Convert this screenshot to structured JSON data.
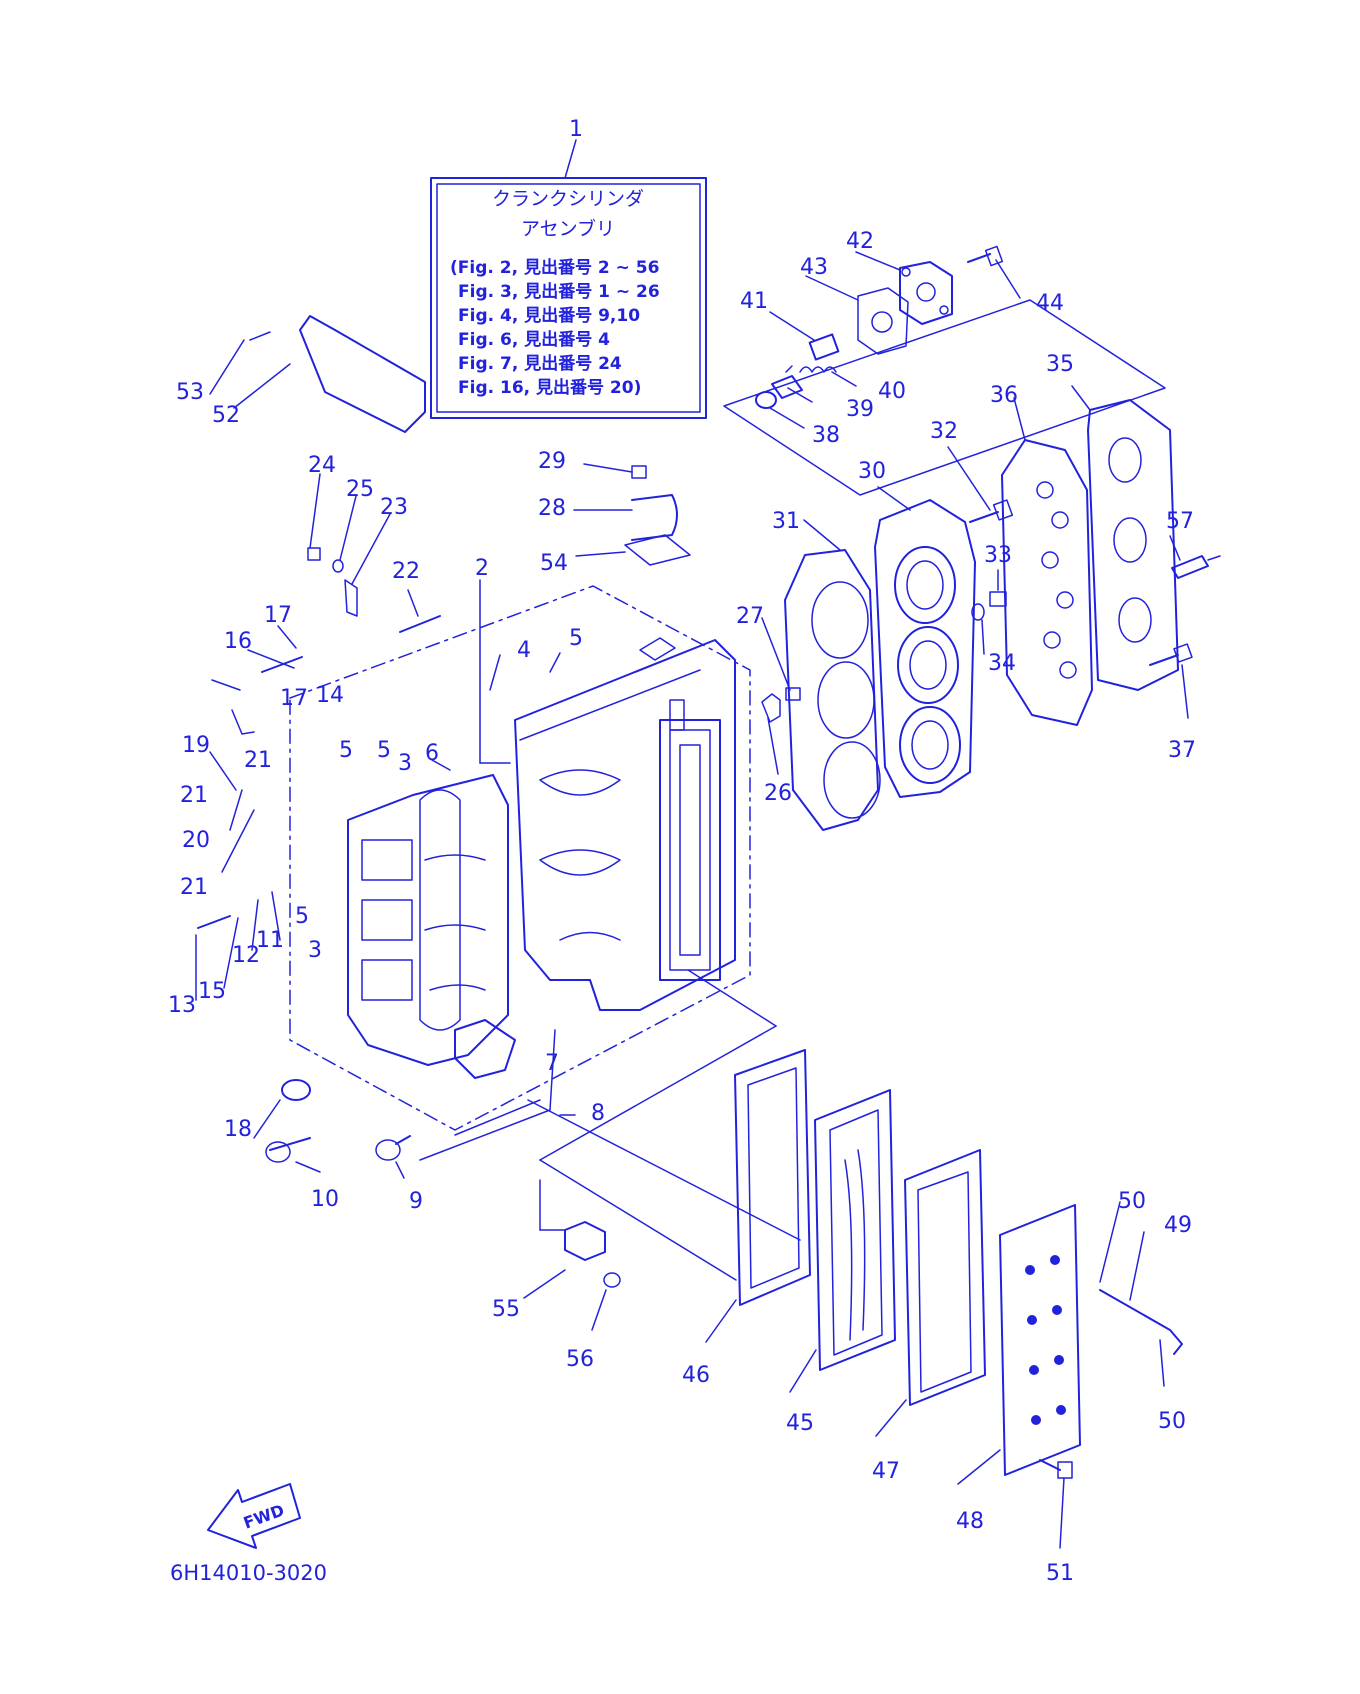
{
  "diagram": {
    "code": "6H14010-3020",
    "forward_label": "FWD",
    "note_box": {
      "callout": "1",
      "title_lines": [
        "クランクシリンダ",
        "アセンブリ"
      ],
      "references": [
        "(Fig. 2, 見出番号 2 ~ 56",
        "Fig. 3, 見出番号 1 ~ 26",
        "Fig. 4, 見出番号 9,10",
        "Fig. 6, 見出番号 4",
        "Fig. 7, 見出番号 24",
        "Fig. 16, 見出番号 20)"
      ]
    },
    "callouts": [
      {
        "id": "c2",
        "label": "2"
      },
      {
        "id": "c3a",
        "label": "3"
      },
      {
        "id": "c3b",
        "label": "3"
      },
      {
        "id": "c4",
        "label": "4"
      },
      {
        "id": "c5a",
        "label": "5"
      },
      {
        "id": "c5b",
        "label": "5"
      },
      {
        "id": "c5c",
        "label": "5"
      },
      {
        "id": "c5d",
        "label": "5"
      },
      {
        "id": "c6",
        "label": "6"
      },
      {
        "id": "c7",
        "label": "7"
      },
      {
        "id": "c8",
        "label": "8"
      },
      {
        "id": "c9",
        "label": "9"
      },
      {
        "id": "c10",
        "label": "10"
      },
      {
        "id": "c11",
        "label": "11"
      },
      {
        "id": "c12",
        "label": "12"
      },
      {
        "id": "c13",
        "label": "13"
      },
      {
        "id": "c14",
        "label": "14"
      },
      {
        "id": "c15",
        "label": "15"
      },
      {
        "id": "c16",
        "label": "16"
      },
      {
        "id": "c17a",
        "label": "17"
      },
      {
        "id": "c17b",
        "label": "17"
      },
      {
        "id": "c18",
        "label": "18"
      },
      {
        "id": "c19",
        "label": "19"
      },
      {
        "id": "c20",
        "label": "20"
      },
      {
        "id": "c21a",
        "label": "21"
      },
      {
        "id": "c21b",
        "label": "21"
      },
      {
        "id": "c21c",
        "label": "21"
      },
      {
        "id": "c22",
        "label": "22"
      },
      {
        "id": "c23",
        "label": "23"
      },
      {
        "id": "c24",
        "label": "24"
      },
      {
        "id": "c25",
        "label": "25"
      },
      {
        "id": "c26",
        "label": "26"
      },
      {
        "id": "c27",
        "label": "27"
      },
      {
        "id": "c28",
        "label": "28"
      },
      {
        "id": "c29",
        "label": "29"
      },
      {
        "id": "c30",
        "label": "30"
      },
      {
        "id": "c31",
        "label": "31"
      },
      {
        "id": "c32",
        "label": "32"
      },
      {
        "id": "c33",
        "label": "33"
      },
      {
        "id": "c34",
        "label": "34"
      },
      {
        "id": "c35",
        "label": "35"
      },
      {
        "id": "c36",
        "label": "36"
      },
      {
        "id": "c37",
        "label": "37"
      },
      {
        "id": "c38",
        "label": "38"
      },
      {
        "id": "c39",
        "label": "39"
      },
      {
        "id": "c40",
        "label": "40"
      },
      {
        "id": "c41",
        "label": "41"
      },
      {
        "id": "c42",
        "label": "42"
      },
      {
        "id": "c43",
        "label": "43"
      },
      {
        "id": "c44",
        "label": "44"
      },
      {
        "id": "c45",
        "label": "45"
      },
      {
        "id": "c46",
        "label": "46"
      },
      {
        "id": "c47",
        "label": "47"
      },
      {
        "id": "c48",
        "label": "48"
      },
      {
        "id": "c49",
        "label": "49"
      },
      {
        "id": "c50a",
        "label": "50"
      },
      {
        "id": "c50b",
        "label": "50"
      },
      {
        "id": "c51",
        "label": "51"
      },
      {
        "id": "c52",
        "label": "52"
      },
      {
        "id": "c53",
        "label": "53"
      },
      {
        "id": "c54",
        "label": "54"
      },
      {
        "id": "c55",
        "label": "55"
      },
      {
        "id": "c56",
        "label": "56"
      },
      {
        "id": "c57",
        "label": "57"
      }
    ]
  }
}
